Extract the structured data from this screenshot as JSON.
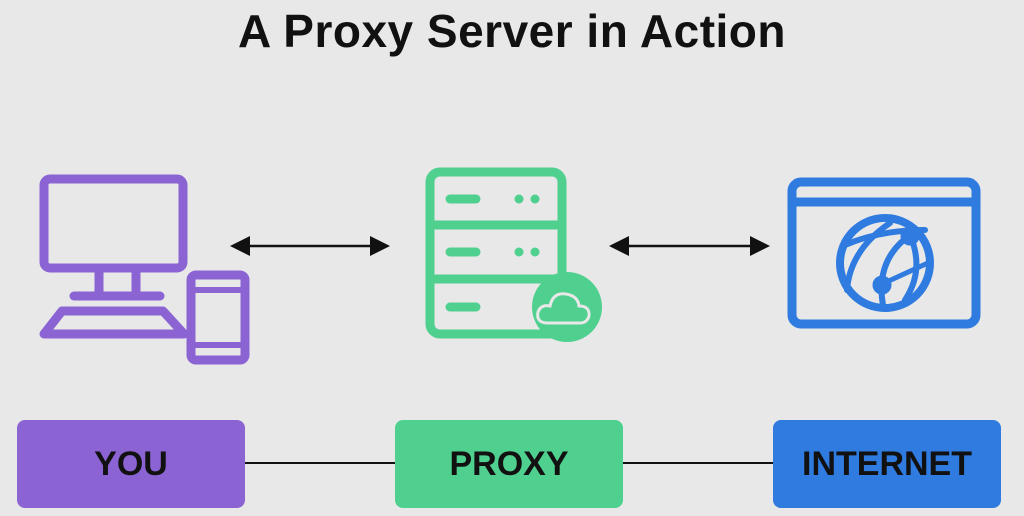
{
  "title": "A Proxy Server in Action",
  "colors": {
    "you": "#8b63d3",
    "proxy": "#4fd08f",
    "internet": "#2f7be0",
    "background": "#e8e8e8"
  },
  "nodes": [
    {
      "label": "YOU",
      "icon": "computer-and-phone-icon"
    },
    {
      "label": "PROXY",
      "icon": "server-cloud-icon"
    },
    {
      "label": "INTERNET",
      "icon": "browser-globe-icon"
    }
  ]
}
